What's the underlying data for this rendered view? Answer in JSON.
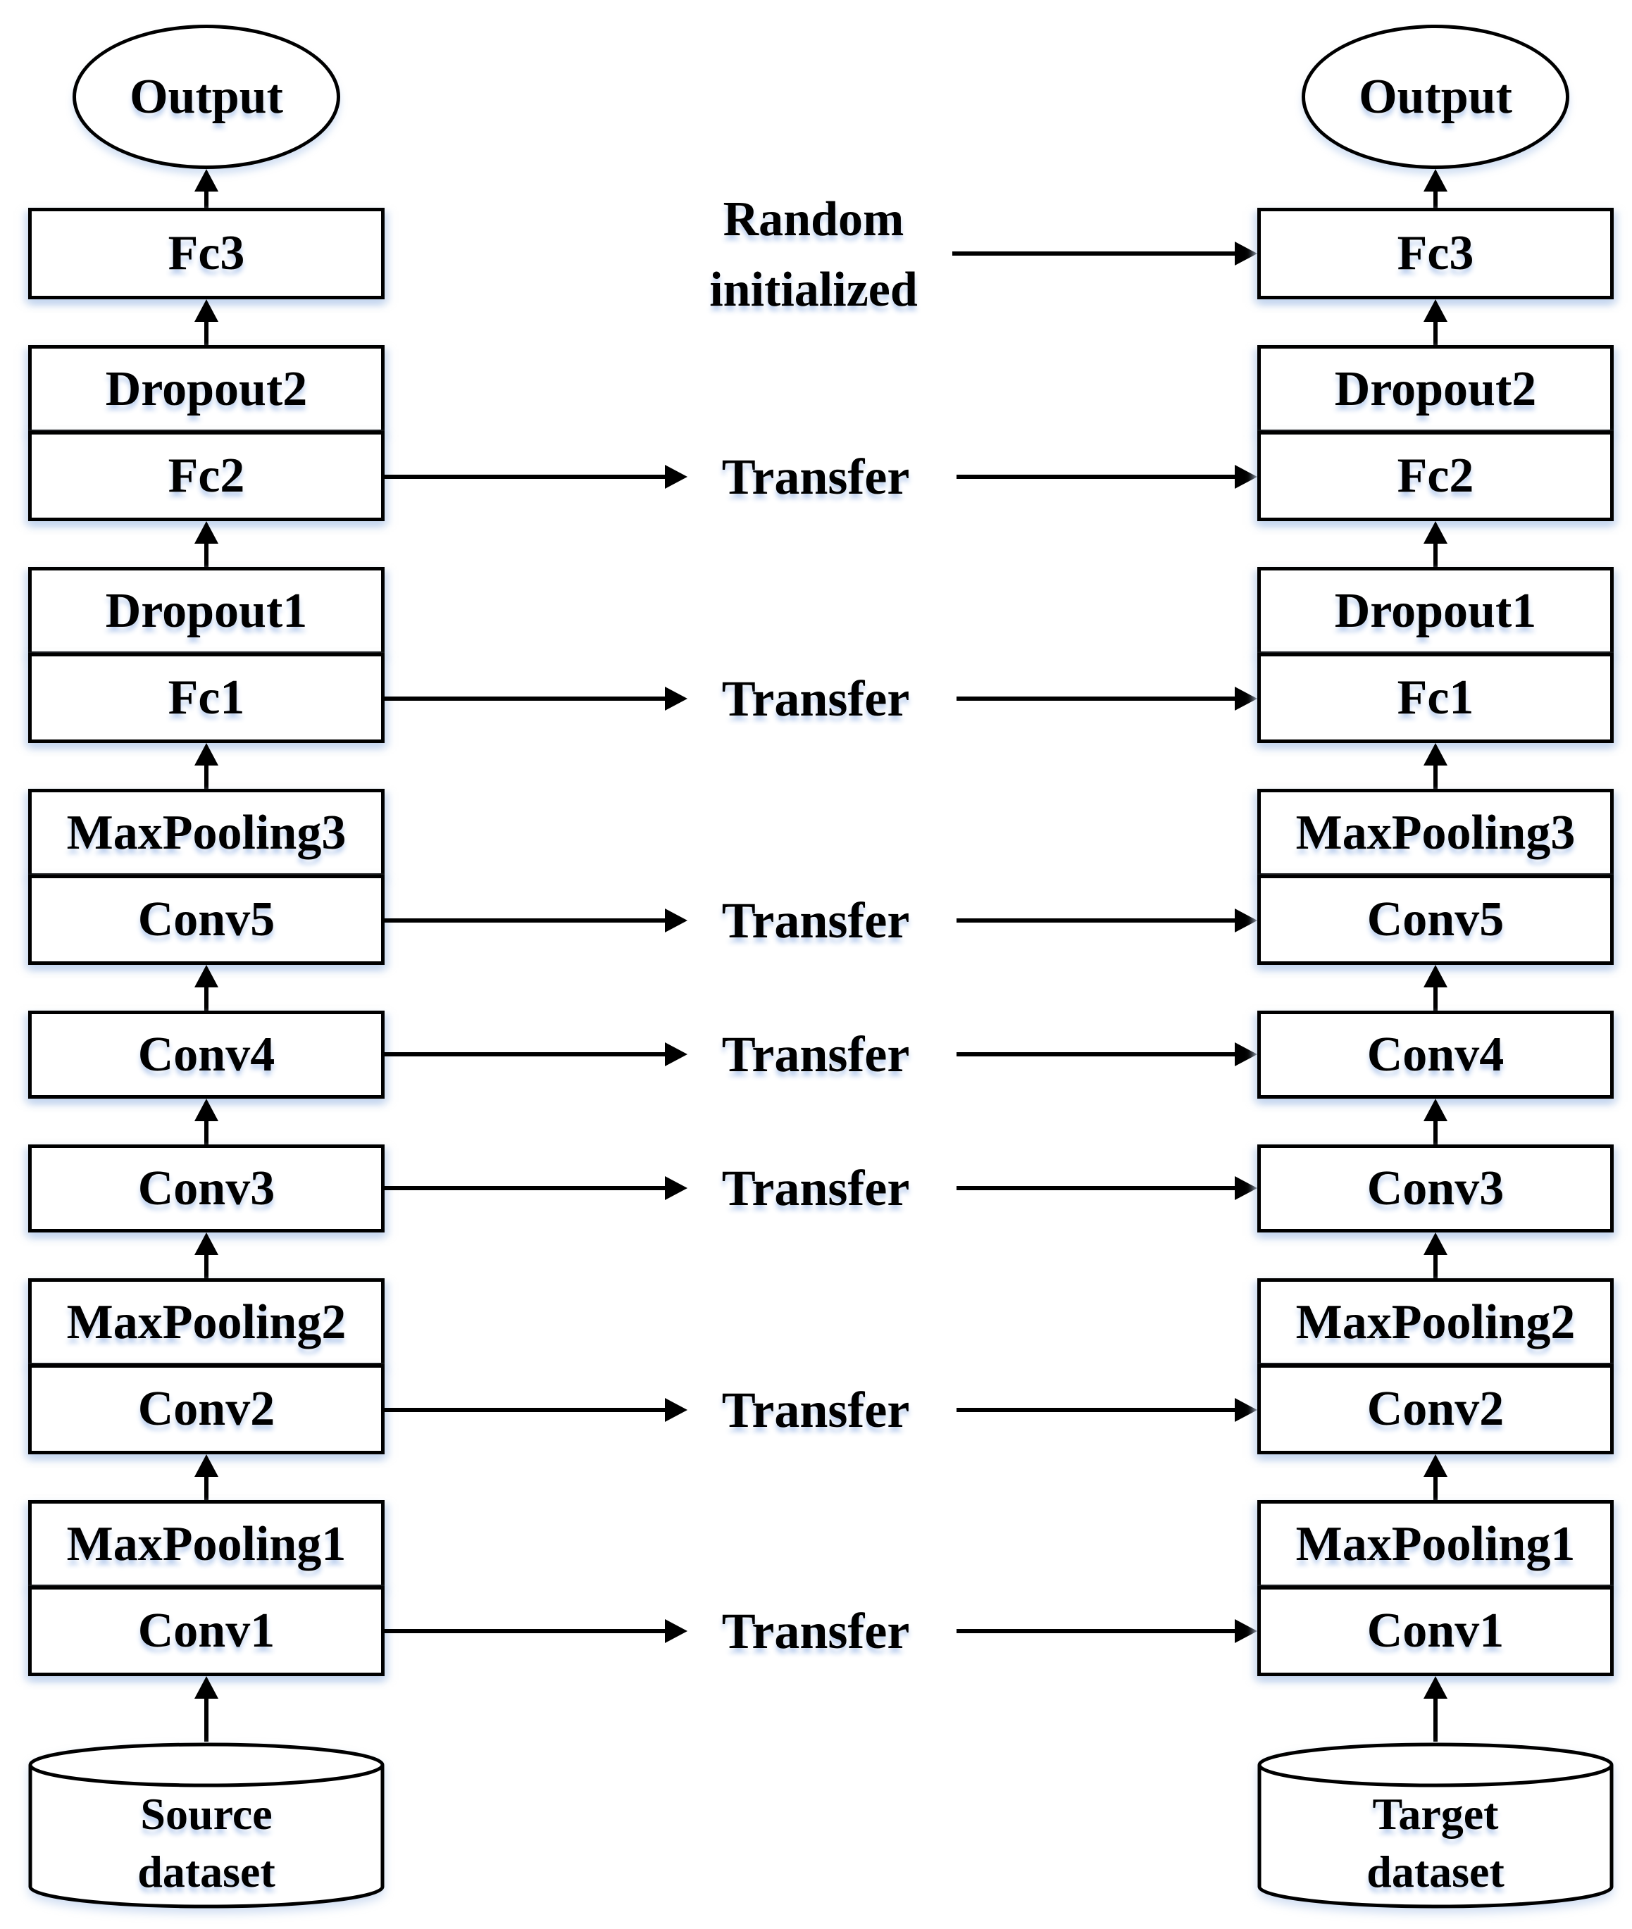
{
  "diagram": {
    "left": {
      "output": "Output",
      "layers": [
        "Fc3",
        "Dropout2",
        "Fc2",
        "Dropout1",
        "Fc1",
        "MaxPooling3",
        "Conv5",
        "Conv4",
        "Conv3",
        "MaxPooling2",
        "Conv2",
        "MaxPooling1",
        "Conv1"
      ],
      "dataset_line1": "Source",
      "dataset_line2": "dataset"
    },
    "right": {
      "output": "Output",
      "layers": [
        "Fc3",
        "Dropout2",
        "Fc2",
        "Dropout1",
        "Fc1",
        "MaxPooling3",
        "Conv5",
        "Conv4",
        "Conv3",
        "MaxPooling2",
        "Conv2",
        "MaxPooling1",
        "Conv1"
      ],
      "dataset_line1": "Target",
      "dataset_line2": "dataset"
    },
    "middle": {
      "random_line1": "Random",
      "random_line2": "initialized",
      "transfers": [
        "Transfer",
        "Transfer",
        "Transfer",
        "Transfer",
        "Transfer",
        "Transfer",
        "Transfer"
      ]
    },
    "colors": {
      "stroke": "#000000",
      "background": "#ffffff",
      "glow": "#c3d5ef"
    }
  }
}
